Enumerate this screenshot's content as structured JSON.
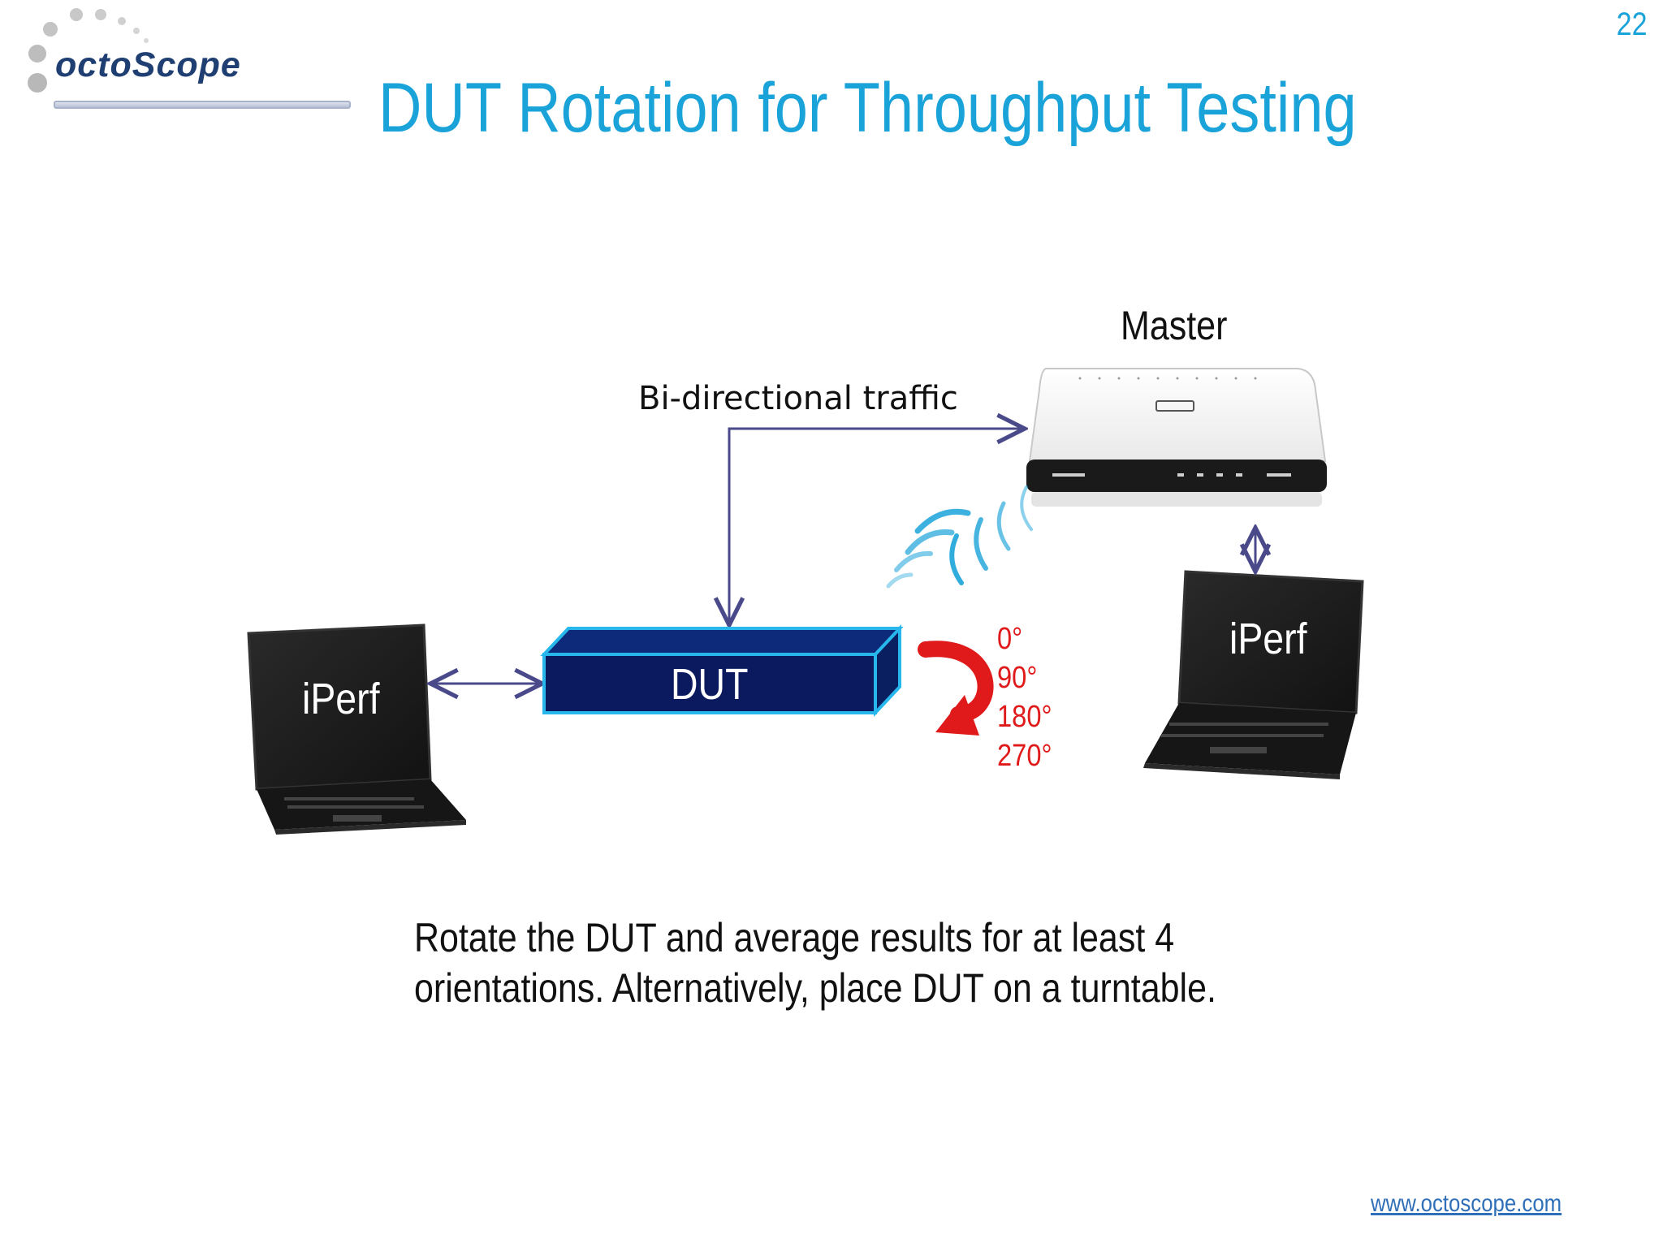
{
  "slide": {
    "page_number": "22",
    "title": "DUT Rotation for Throughput Testing",
    "logo_text": "octoScope",
    "footer_link": "www.octoscope.com"
  },
  "diagram": {
    "master_label": "Master",
    "traffic_label": "Bi-directional traffic",
    "dut_label": "DUT",
    "left_laptop_label": "iPerf",
    "right_laptop_label": "iPerf",
    "rotation_angles": [
      "0°",
      "90°",
      "180°",
      "270°"
    ]
  },
  "caption": {
    "line1": "Rotate the DUT and average results for at least 4",
    "line2": "orientations.  Alternatively, place DUT on a turntable."
  },
  "colors": {
    "title": "#1aa3d9",
    "dut_fill": "#0b1a5e",
    "dut_border": "#27b7ec",
    "rotation_red": "#e01a1a",
    "connector": "#4a4a8a",
    "wireless": "#1aa3d9"
  },
  "icons": [
    "logo-dots-icon",
    "router-icon",
    "laptop-icon",
    "wireless-signal-icon",
    "rotation-arrow-icon"
  ]
}
